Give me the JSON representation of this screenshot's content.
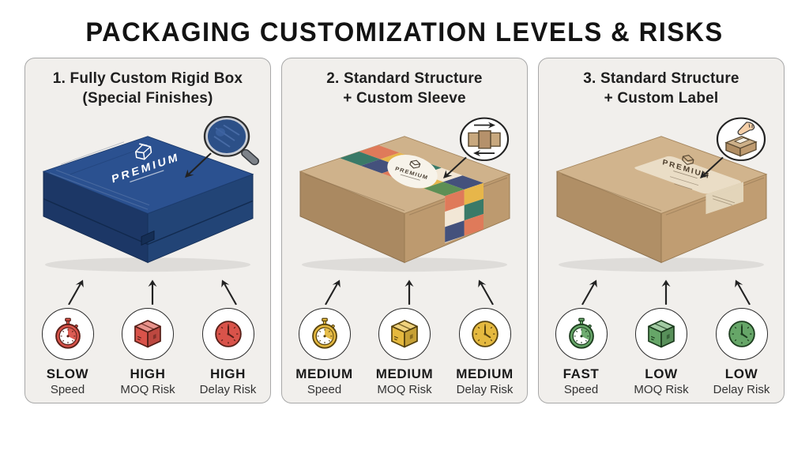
{
  "title": "PACKAGING CUSTOMIZATION LEVELS & RISKS",
  "brand": "PREMIUM",
  "colors": {
    "page_bg": "#ffffff",
    "title_color": "#131313",
    "panel_bg": "#f1efec",
    "panel_border": "#a8a8a8",
    "arrow": "#222222",
    "rigid_box_blue": "#24477f",
    "kraft_box": "#c3a478",
    "label_cream": "#ebdfc8",
    "sleeve_palette": [
      "#df7a5a",
      "#3a7a68",
      "#e7b64a",
      "#44517c",
      "#f2e7d6",
      "#5d8f55"
    ],
    "risk_red": "#d9534a",
    "risk_yellow": "#e5b93f",
    "risk_green": "#66a668"
  },
  "panels": [
    {
      "name": "fully-custom-rigid-box",
      "title_line1": "1. Fully Custom Rigid Box",
      "title_line2": "(Special Finishes)",
      "box_style": "blue-rigid-box",
      "detail_icon": "magnifier-texture-zoom",
      "accent": "#d9534a",
      "accent_dark": "#571f18",
      "accent_light": "#e8938c",
      "indicators": [
        {
          "icon": "stopwatch-icon",
          "value": "SLOW",
          "label": "Speed"
        },
        {
          "icon": "box-icon",
          "value": "HIGH",
          "label": "MOQ Risk"
        },
        {
          "icon": "clock-icon",
          "value": "HIGH",
          "label": "Delay Risk"
        }
      ]
    },
    {
      "name": "standard-structure-custom-sleeve",
      "title_line1": "2. Standard Structure",
      "title_line2": "+ Custom Sleeve",
      "box_style": "kraft-box-with-sleeve",
      "detail_icon": "sleeve-slide",
      "accent": "#e5b93f",
      "accent_dark": "#57430f",
      "accent_light": "#f0d37e",
      "indicators": [
        {
          "icon": "stopwatch-icon",
          "value": "MEDIUM",
          "label": "Speed"
        },
        {
          "icon": "box-icon",
          "value": "MEDIUM",
          "label": "MOQ Risk"
        },
        {
          "icon": "clock-icon",
          "value": "MEDIUM",
          "label": "Delay Risk"
        }
      ]
    },
    {
      "name": "standard-structure-custom-label",
      "title_line1": "3. Standard Structure",
      "title_line2": "+ Custom Label",
      "box_style": "kraft-box-with-label",
      "detail_icon": "label-apply",
      "accent": "#66a668",
      "accent_dark": "#1d3d1f",
      "accent_light": "#a2cba3",
      "indicators": [
        {
          "icon": "stopwatch-icon",
          "value": "FAST",
          "label": "Speed"
        },
        {
          "icon": "box-icon",
          "value": "LOW",
          "label": "MOQ Risk"
        },
        {
          "icon": "clock-icon",
          "value": "LOW",
          "label": "Delay Risk"
        }
      ]
    }
  ]
}
